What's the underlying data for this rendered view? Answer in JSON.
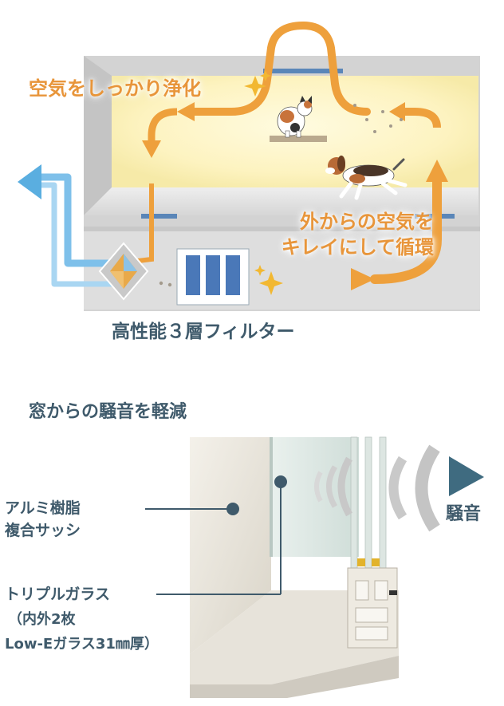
{
  "ventilation": {
    "purify_label": "空気をしっかり浄化",
    "circulate_label_line1": "外からの空気を",
    "circulate_label_line2": "キレイにして循環",
    "filter_label": "高性能３層フィルター"
  },
  "window": {
    "heading": "窓からの騒音を軽減",
    "sash_label_line1": "アルミ樹脂",
    "sash_label_line2": "複合サッシ",
    "glass_label_line1": "トリプルガラス",
    "glass_label_line2": "（内外2枚",
    "glass_label_line3": "Low-Eガラス31㎜厚）",
    "noise_label": "騒音"
  },
  "colors": {
    "orange": "#e8953a",
    "blue": "#5aaee0",
    "slate": "#3f5a6b"
  }
}
